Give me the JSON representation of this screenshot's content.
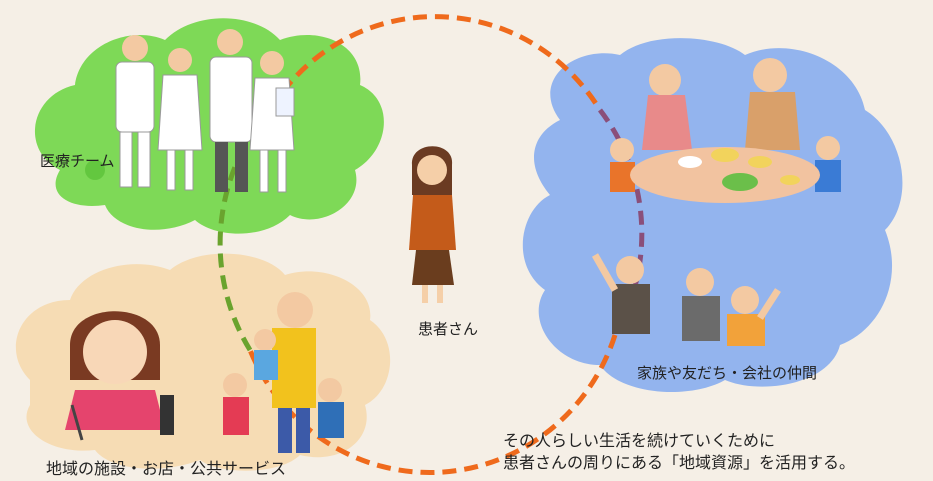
{
  "labels": {
    "medical_team": "医療チーム",
    "patient": "患者さん",
    "family_friends_work": "家族や友だち・会社の仲間",
    "community": "地域の施設・お店・公共サービス"
  },
  "caption": {
    "line1": "その人らしい生活を続けていくために",
    "line2": "患者さんの周りにある「地域資源」を活用する。"
  },
  "colors": {
    "background": "#f5efe6",
    "medical_cloud": "#7ed957",
    "family_cloud": "#93b4ee",
    "community_cloud": "#f6dcb4",
    "circle_orange": "#ef6a1c",
    "circle_green": "#6aa32e",
    "circle_purple": "#8a4f7a"
  }
}
